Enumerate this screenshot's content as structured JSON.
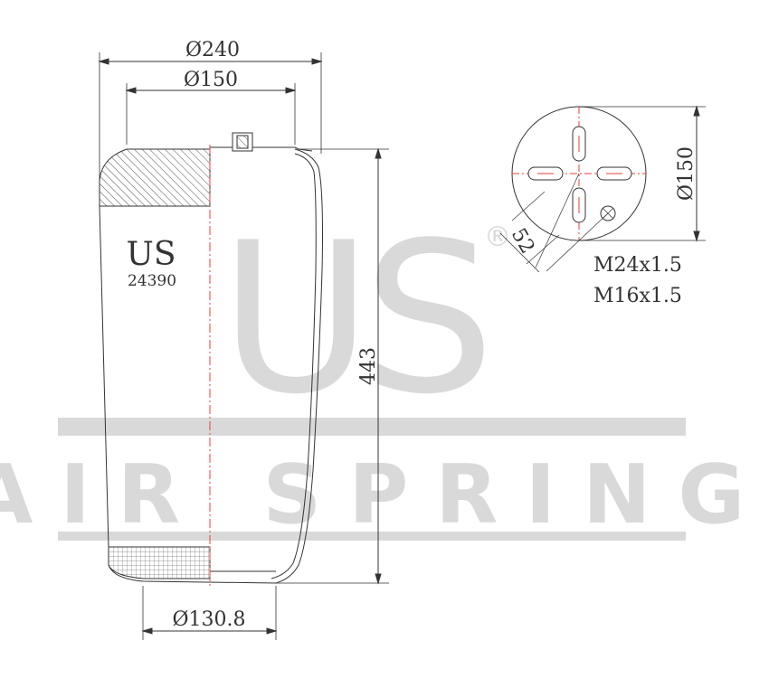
{
  "watermark": {
    "big_text": "US",
    "band_text": "AIR SPRING",
    "registered_mark": "®",
    "color": "#d9d9d9"
  },
  "side_view": {
    "brand": "US",
    "part_number": "24390",
    "dimensions": {
      "top_outer_diameter": "Ø240",
      "top_plate_diameter": "Ø150",
      "height": "443",
      "bottom_diameter": "Ø130.8"
    },
    "centerline_color": "#e8403a"
  },
  "top_view": {
    "dimensions": {
      "plate_diameter": "Ø150",
      "bolt_offset": "52"
    },
    "threads": [
      "M24x1.5",
      "M16x1.5"
    ],
    "slot_marker_color": "#e8403a"
  }
}
